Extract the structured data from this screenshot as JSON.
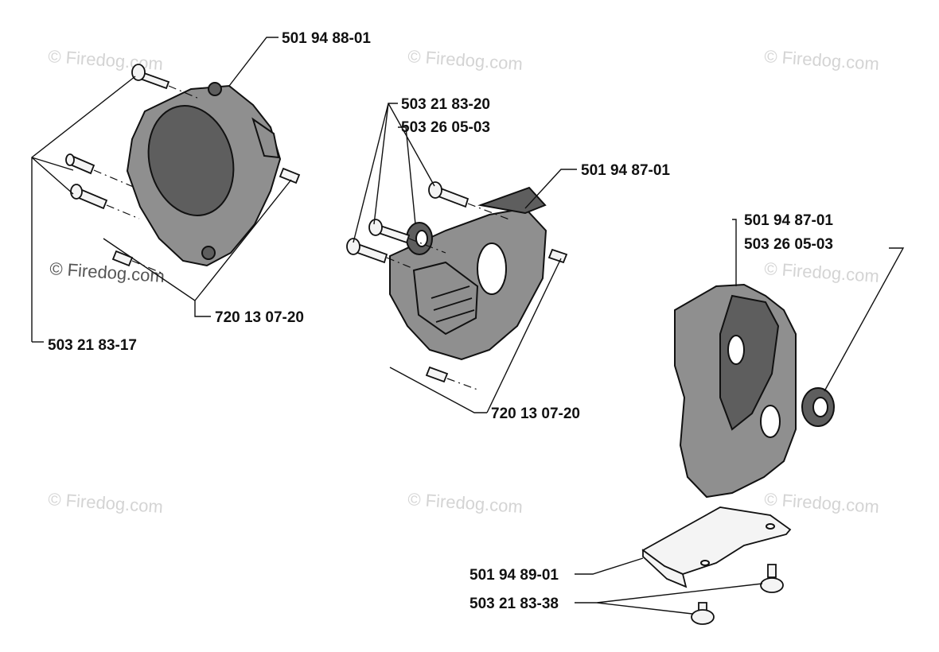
{
  "watermarks": [
    "© Firedog.com",
    "© Firedog.com",
    "© Firedog.com",
    "© Firedog.com",
    "© Firedog.com",
    "© Firedog.com",
    "© Firedog.com",
    "© Firedog.com"
  ],
  "labels": {
    "crankcase_left": "501 94 88-01",
    "screw_upper": "503 21 83-20",
    "seal_upper": "503 26 05-03",
    "crankcase_mid": "501 94 87-01",
    "pin_left": "720 13 07-20",
    "screw_left": "503 21 83-17",
    "pin_mid": "720 13 07-20",
    "crankcase_right": "501 94 87-01",
    "seal_right": "503 26 05-03",
    "bracket": "501 94 89-01",
    "screw_bracket": "503 21 83-38"
  }
}
